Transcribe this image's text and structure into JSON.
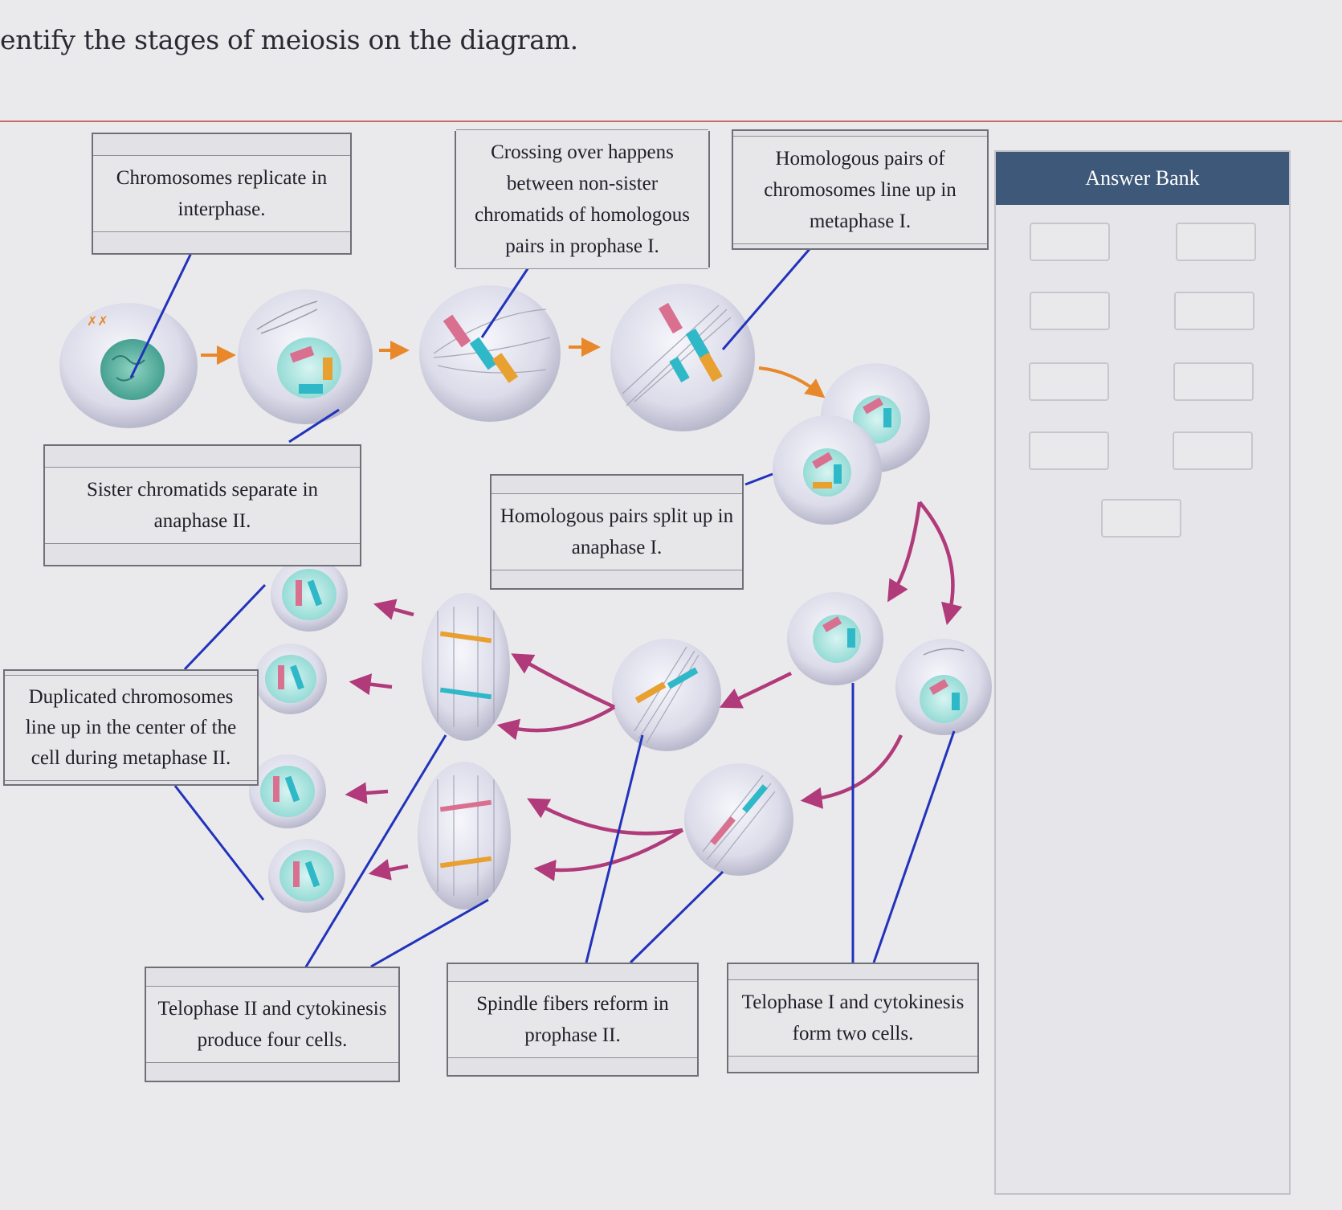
{
  "instruction": "entify the stages of meiosis on the diagram.",
  "labels": {
    "interphase": "Chromosomes replicate in interphase.",
    "prophase1": "Crossing over happens between non-sister chromatids of homologous pairs in prophase I.",
    "metaphase1": "Homologous pairs of chromosomes line up in metaphase I.",
    "anaphase2": "Sister chromatids separate in anaphase II.",
    "anaphase1": "Homologous pairs split up in anaphase I.",
    "metaphase2": "Duplicated chromosomes line up in the center of the cell during metaphase II.",
    "telophase2": "Telophase II and cytokinesis produce four cells.",
    "prophase2": "Spindle fibers reform in prophase II.",
    "telophase1": "Telophase I and cytokinesis form two cells."
  },
  "answer_bank": {
    "title": "Answer Bank",
    "slot_count": 9
  },
  "colors": {
    "leader_line": "#2233bb",
    "flow_arrow": "#e8882a",
    "return_arrow": "#b03a7a",
    "header_bg": "#3d5878"
  }
}
